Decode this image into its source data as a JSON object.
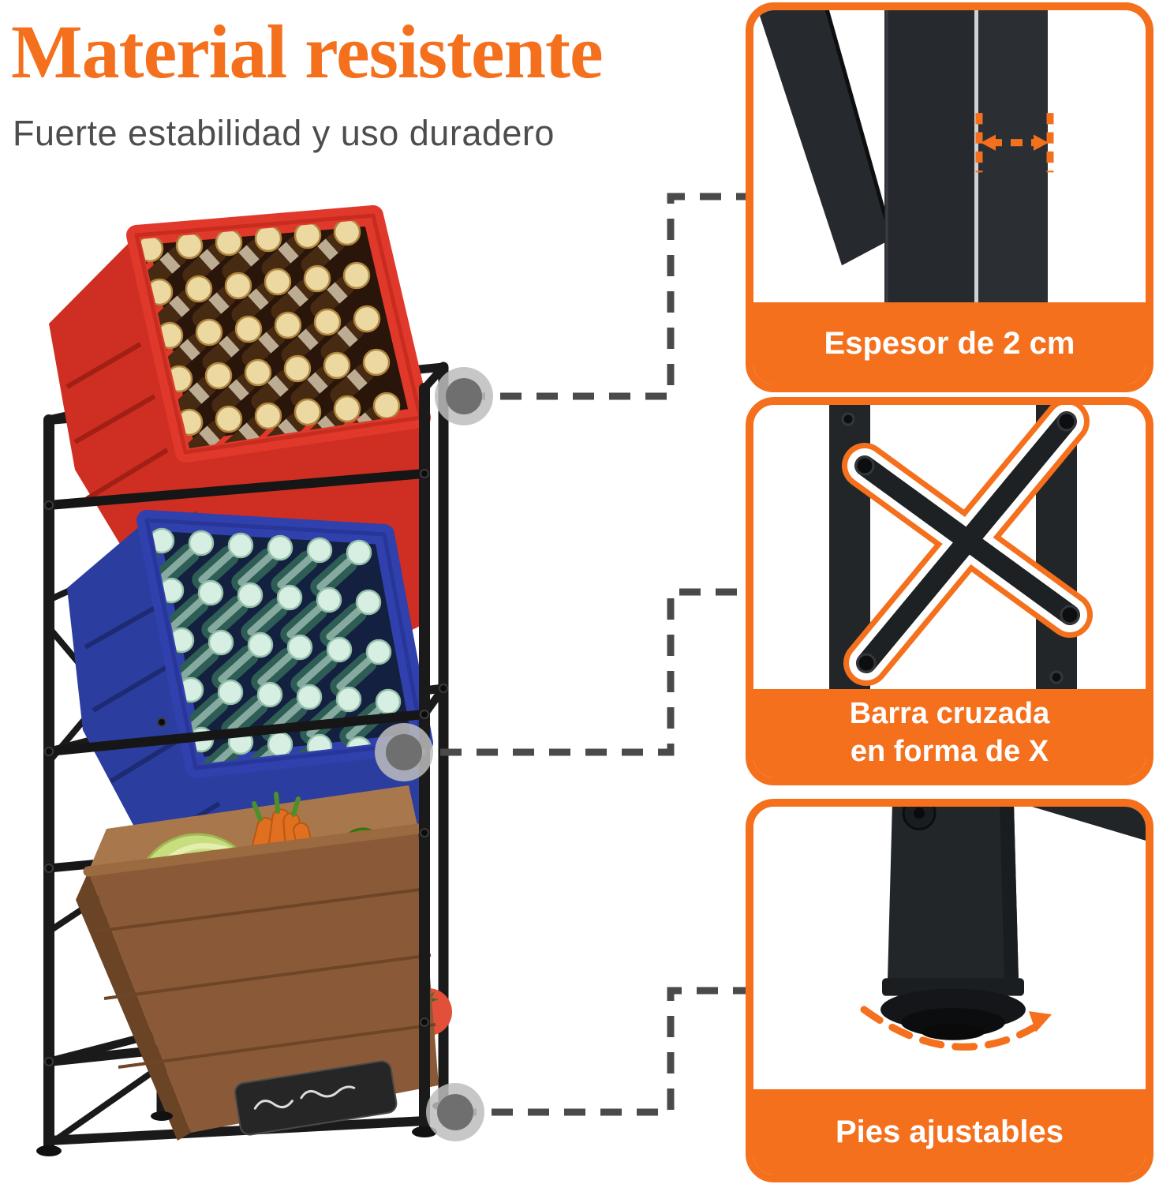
{
  "header": {
    "title": "Material resistente",
    "subtitle": "Fuerte estabilidad y uso duradero"
  },
  "callouts": [
    {
      "id": "thickness",
      "label_lines": [
        "Espesor de 2 cm"
      ]
    },
    {
      "id": "x-crossbar",
      "label_lines": [
        "Barra cruzada",
        "en forma de X"
      ]
    },
    {
      "id": "adjustable-feet",
      "label_lines": [
        "Pies ajustables"
      ]
    }
  ],
  "colors": {
    "accent_orange": "#f4701d",
    "title_orange": "#f4701d",
    "subtitle_gray": "#4d4d4d",
    "connector_gray": "#4a4a4a",
    "crate_red": "#e0392b",
    "crate_blue": "#3040ad",
    "wood_brown": "#8a5a38",
    "frame_black": "#1a1a1a"
  },
  "product": {
    "rack": "black-metal-3-tier-stand",
    "tiers": [
      {
        "crate": "red-beer-crate"
      },
      {
        "crate": "blue-water-bottle-crate"
      },
      {
        "crate": "wooden-vegetable-crate"
      }
    ]
  }
}
